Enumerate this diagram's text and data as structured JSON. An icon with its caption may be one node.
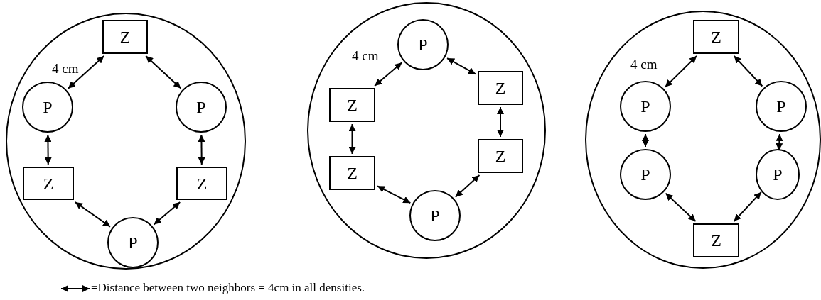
{
  "diagram": {
    "nodes": [
      {
        "text": [],
        "shape": "circle"
      },
      {
        "text": [
          "Z"
        ],
        "in": 0
      },
      {
        "text": [
          "P"
        ],
        "in": 0
      },
      {
        "text": [
          "P"
        ],
        "in": 0
      },
      {
        "text": [
          "Z"
        ],
        "in": 0
      },
      {
        "text": [
          "Z"
        ],
        "in": 0
      },
      {
        "text": [
          "P"
        ],
        "in": 0
      },
      {
        "text": [],
        "shape": "circle"
      },
      {
        "text": [
          "P"
        ],
        "in": 7
      },
      {
        "text": [
          "Z"
        ],
        "in": 7
      },
      {
        "text": [
          "Z"
        ],
        "in": 7
      },
      {
        "text": [
          "Z"
        ],
        "in": 7
      },
      {
        "text": [
          "Z"
        ],
        "in": 7
      },
      {
        "text": [
          "P"
        ],
        "in": 7
      },
      {
        "text": [],
        "shape": "circle"
      },
      {
        "text": [
          "Z"
        ],
        "in": 14
      },
      {
        "text": [
          "P"
        ],
        "in": 14
      },
      {
        "text": [
          "P"
        ],
        "in": 14
      },
      {
        "text": [
          "P"
        ],
        "in": 14
      },
      {
        "text": [
          "P"
        ],
        "in": 14
      },
      {
        "text": [
          "Z"
        ],
        "in": 14
      }
    ],
    "edges": [
      {
        "from": 1,
        "to": 2,
        "arrow": "both"
      },
      {
        "from": 1,
        "to": 3,
        "arrow": "both"
      },
      {
        "from": 2,
        "to": 4,
        "arrow": "both"
      },
      {
        "from": 3,
        "to": 5,
        "arrow": "both"
      },
      {
        "from": 4,
        "to": 6,
        "arrow": "both"
      },
      {
        "from": 5,
        "to": 6,
        "arrow": "both"
      },
      {
        "from": 8,
        "to": 9,
        "arrow": "both"
      },
      {
        "from": 8,
        "to": 10,
        "arrow": "both"
      },
      {
        "from": 9,
        "to": 11,
        "arrow": "both"
      },
      {
        "from": 10,
        "to": 12,
        "arrow": "both"
      },
      {
        "from": 11,
        "to": 13,
        "arrow": "both"
      },
      {
        "from": 12,
        "to": 13,
        "arrow": "both"
      },
      {
        "from": 15,
        "to": 16,
        "arrow": "both"
      },
      {
        "from": 15,
        "to": 17,
        "arrow": "both"
      },
      {
        "from": 16,
        "to": 18,
        "arrow": "both"
      },
      {
        "from": 17,
        "to": 19,
        "arrow": "both"
      },
      {
        "from": 18,
        "to": 20,
        "arrow": "both"
      },
      {
        "from": 19,
        "to": 20,
        "arrow": "both"
      }
    ],
    "labels": [
      "4 cm",
      "4 cm",
      "4 cm"
    ],
    "legend": [
      {
        "text": "=Distance between two neighbors = 4cm in all densities."
      }
    ]
  }
}
